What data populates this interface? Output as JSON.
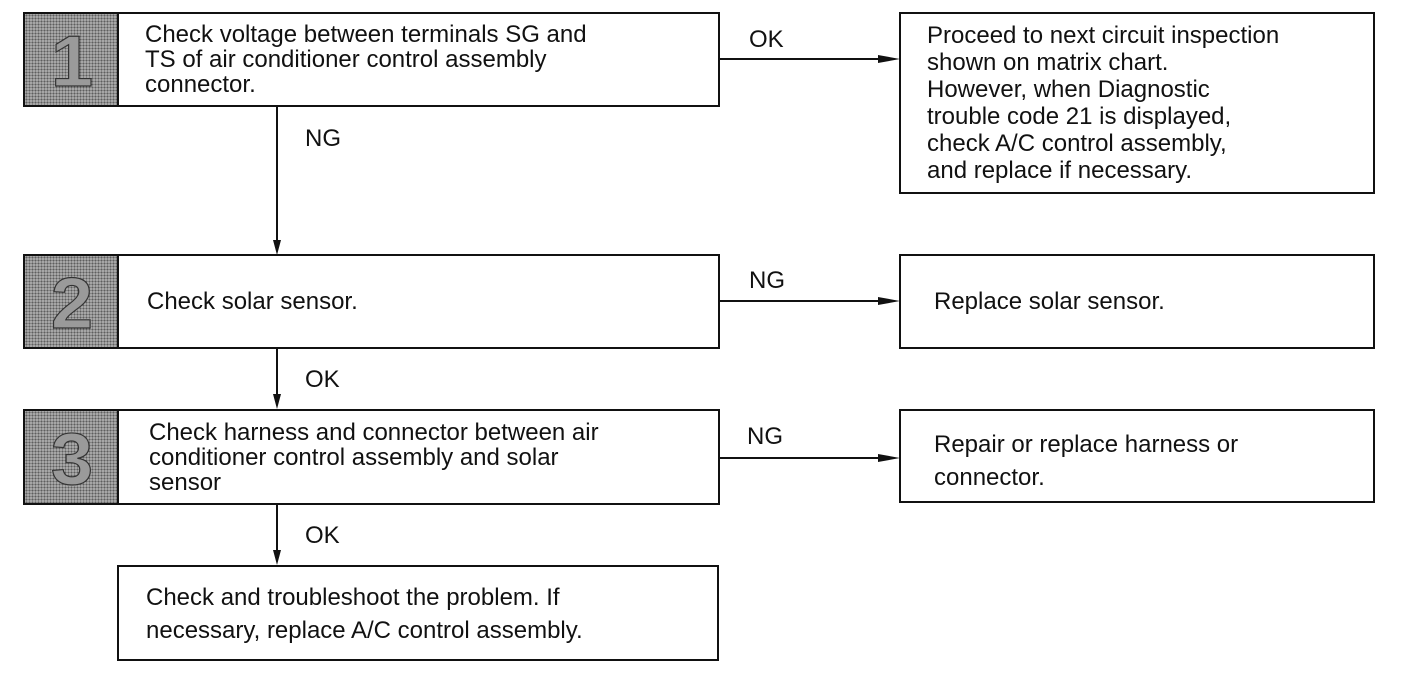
{
  "steps": [
    {
      "number": "1",
      "text": "Check voltage between terminals SG and\nTS of air conditioner control assembly\nconnector."
    },
    {
      "number": "2",
      "text": "Check solar sensor."
    },
    {
      "number": "3",
      "text": "Check harness and connector between air\nconditioner control assembly and solar\nsensor"
    }
  ],
  "final_box": {
    "text": "Check and troubleshoot the problem.  If\nnecessary, replace A/C control assembly."
  },
  "results": [
    {
      "text": "Proceed to next circuit inspection\nshown on matrix chart.\nHowever, when Diagnostic\ntrouble code 21 is displayed,\ncheck A/C control assembly,\nand replace if necessary."
    },
    {
      "text": "Replace solar sensor."
    },
    {
      "text": "Repair or replace harness or\nconnector."
    }
  ],
  "labels": {
    "step1_right": "OK",
    "step1_down": "NG",
    "step2_right": "NG",
    "step2_down": "OK",
    "step3_right": "NG",
    "step3_down": "OK"
  }
}
